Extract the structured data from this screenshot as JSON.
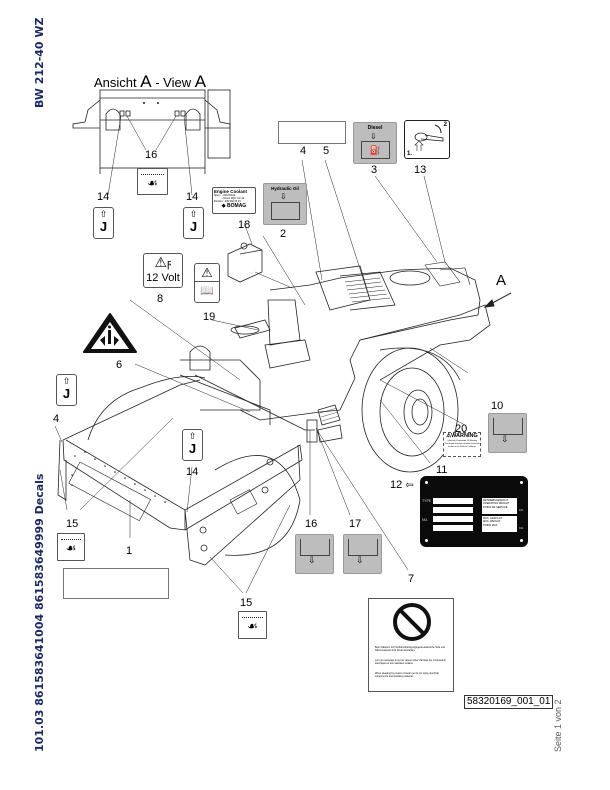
{
  "document": {
    "model_title": "BW 212-40 WZ",
    "side_caption": "101.03 861583641004 861583649999 Decals",
    "view_title_prefix": "Ansicht",
    "view_title_letter1": "A",
    "view_title_sep": "- View",
    "view_title_letter2": "A",
    "drawing_number": "58320169_001_01",
    "page_info": "Seite 1 von 2",
    "view_arrow_label": "A"
  },
  "callouts": {
    "c1": "1",
    "c2": "2",
    "c3": "3",
    "c4a": "4",
    "c4b": "4",
    "c5": "5",
    "c6": "6",
    "c7": "7",
    "c8": "8",
    "c10": "10",
    "c11": "11",
    "c12": "12",
    "c13": "13",
    "c14a": "14",
    "c14b": "14",
    "c14c": "14",
    "c15a": "15",
    "c15b": "15",
    "c16a": "16",
    "c16b": "16",
    "c17": "17",
    "c18": "18",
    "c19": "19",
    "c20": "20"
  },
  "decals": {
    "diesel": {
      "title": "Diesel"
    },
    "hydraulic": {
      "title": "Hydraulic Oil"
    },
    "coolant": {
      "title": "Engine Coolant",
      "line1": "Spec.:  - 009 00413",
      "line2": "- Deutz DQC CC-14",
      "line3": "Part-No.: 009 940 04 23",
      "brand": "BOMAG"
    },
    "volt": {
      "label": "12 Volt"
    },
    "lever": {
      "step1": "1.",
      "step2": "2"
    },
    "warning": {
      "title": "WARNING",
      "line1": "California Proposition 65 Warning",
      "line2": "The engine exhaust contains chemicals",
      "line3": "known to the State of California"
    },
    "type_plate": {
      "label_type": "TYPE",
      "label_no": "NO.",
      "weight_block1_l1": "BETRIEBSGEWICHT",
      "weight_block1_l2": "OPERATING WEIGHT",
      "weight_block1_l3": "POIDS DE SERVICE",
      "weight_block2_l1": "MAX. GEWICHT",
      "weight_block2_l2": "MAX. WEIGHT",
      "weight_block2_l3": "POIDS MAX.",
      "unit1": "KG",
      "unit2": "KG"
    },
    "no_cleaning": {
      "para1": "Beim Säubern mit Hochdruckreinigungsgerät elektrische Teile und Dämmmaterial nicht direkt anstrahlen.",
      "para2": "Lors du nettoyage au jet de vapeur éviter d'arroser les composants électriques et les matériaux isolants.",
      "para3": "When cleaning by means of steam jet do not spray electrical components and insulating material."
    }
  }
}
